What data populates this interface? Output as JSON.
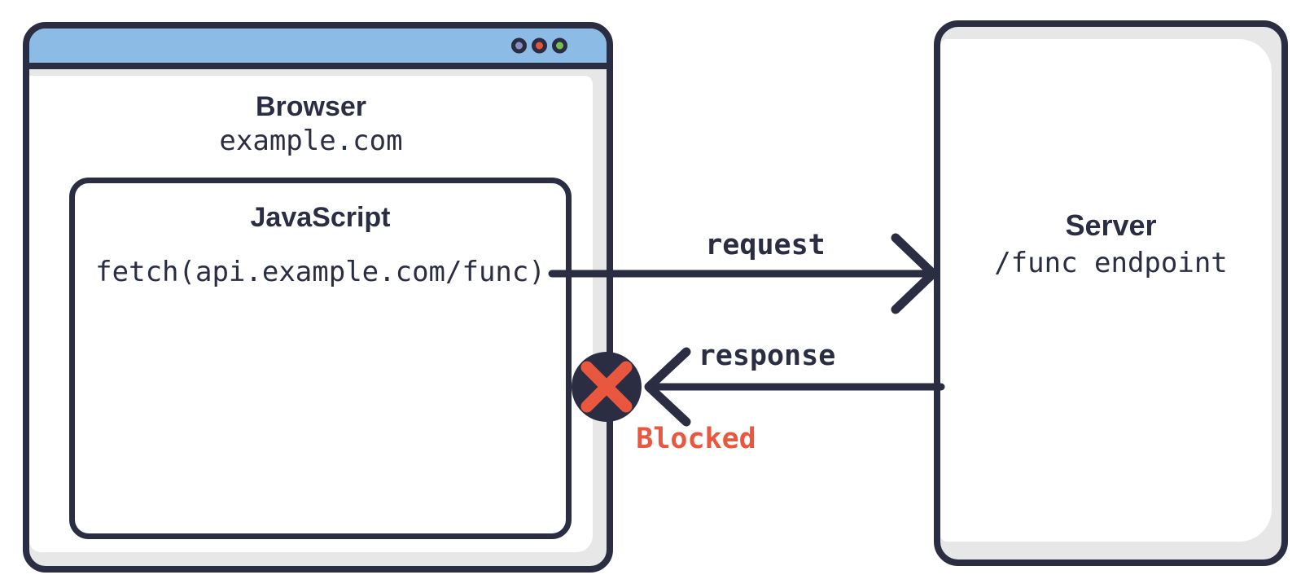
{
  "diagram": {
    "browser": {
      "title": "Browser",
      "url": "example.com",
      "window_controls": [
        "purple-dot-icon",
        "red-dot-icon",
        "green-dot-icon"
      ],
      "js_box": {
        "title": "JavaScript",
        "code": "fetch(api.example.com/func)"
      }
    },
    "server": {
      "title": "Server",
      "subtitle": "/func endpoint"
    },
    "request_arrow": {
      "label": "request",
      "direction": "browser-to-server"
    },
    "response_arrow": {
      "label": "response",
      "direction": "server-to-browser",
      "blocked_label": "Blocked"
    },
    "colors": {
      "outline_navy": "#2B2E43",
      "titlebar_blue": "#8CBCE5",
      "blocked_red": "#E8573E",
      "shadow_gray": "#E7E7E7",
      "dot_purple": "#8B8CC0",
      "dot_red": "#E3543E",
      "dot_green": "#79BD50",
      "background": "#FFFFFF"
    }
  }
}
